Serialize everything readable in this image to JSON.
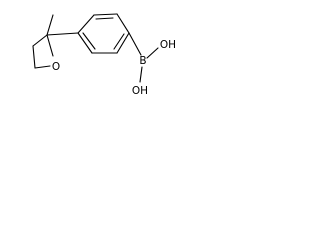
{
  "molecule": {
    "atoms": {
      "oxetane_oxygen": "O",
      "boron": "B",
      "hydroxyl_top": "OH",
      "hydroxyl_bottom": "OH"
    }
  },
  "colors": {
    "bond": "#000000",
    "label": "#000000",
    "background": "#ffffff"
  }
}
